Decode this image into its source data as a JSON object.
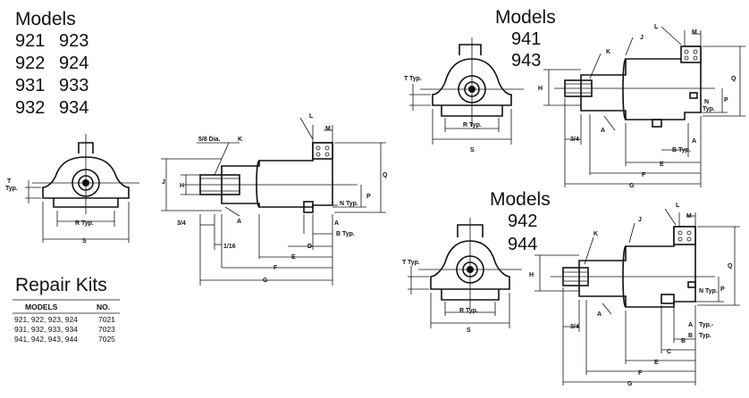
{
  "group1": {
    "heading": "Models",
    "models": [
      "921",
      "923",
      "922",
      "924",
      "931",
      "933",
      "932",
      "934"
    ]
  },
  "group2": {
    "heading": "Models",
    "models": [
      "941",
      "943"
    ]
  },
  "group3": {
    "heading": "Models",
    "models": [
      "942",
      "944"
    ]
  },
  "repair_kits": {
    "title": "Repair Kits",
    "col_models": "MODELS",
    "col_no": "NO.",
    "rows": [
      {
        "models": "921, 922, 923, 924",
        "no": "7021"
      },
      {
        "models": "931, 932, 933, 934",
        "no": "7023"
      },
      {
        "models": "941, 942, 943, 944",
        "no": "7025"
      }
    ]
  },
  "dims": {
    "T_typ": "T",
    "typ": "Typ.",
    "R_typ": "R Typ.",
    "S": "S",
    "dia": "5/8 Dia.",
    "K": "K",
    "L": "L",
    "M": "M",
    "J": "J",
    "H": "H",
    "Q": "Q",
    "P": "P",
    "N_typ": "N Typ.",
    "A": "A",
    "B_typ": "B Typ.",
    "B": "B",
    "C": "C",
    "D": "D",
    "E": "E",
    "F": "F",
    "G": "G",
    "three_quarter": "3/4",
    "one_sixteenth": "1/16",
    "N": "N",
    "typ_dot": "Typ.",
    "typ_dash": "Typ.-",
    "typ_dot2": "Typ."
  }
}
